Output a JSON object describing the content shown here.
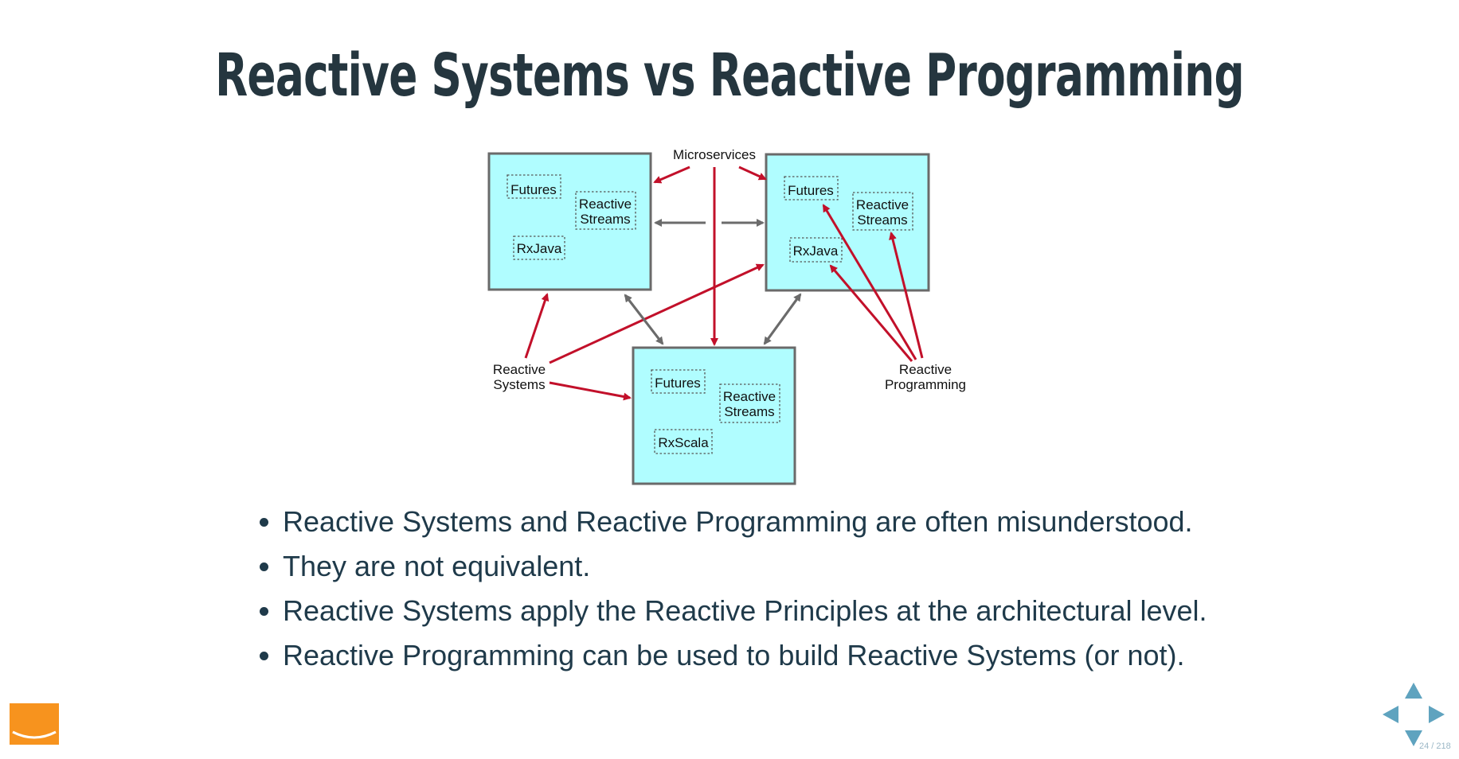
{
  "slide": {
    "title": "Reactive Systems vs Reactive Programming",
    "page_number": "24 / 218"
  },
  "diagram": {
    "microservices_label": "Microservices",
    "reactive_systems_line1": "Reactive",
    "reactive_systems_line2": "Systems",
    "reactive_programming_line1": "Reactive",
    "reactive_programming_line2": "Programming",
    "box_left": {
      "futures": "Futures",
      "rs_line1": "Reactive",
      "rs_line2": "Streams",
      "lib": "RxJava"
    },
    "box_right": {
      "futures": "Futures",
      "rs_line1": "Reactive",
      "rs_line2": "Streams",
      "lib": "RxJava"
    },
    "box_bottom": {
      "futures": "Futures",
      "rs_line1": "Reactive",
      "rs_line2": "Streams",
      "lib": "RxScala"
    },
    "colors": {
      "box_fill": "#b0fdff",
      "red_arrow": "#c2102a",
      "gray_arrow": "#6b6b6b"
    }
  },
  "bullets": [
    "Reactive Systems and Reactive Programming are often misunderstood.",
    "They are not equivalent.",
    "Reactive Systems apply the Reactive Principles at the architectural level.",
    "Reactive Programming can be used to build Reactive Systems (or not)."
  ],
  "icons": {
    "logo": "orange-logo-icon",
    "nav_up": "nav-up-icon",
    "nav_down": "nav-down-icon",
    "nav_left": "nav-left-icon",
    "nav_right": "nav-right-icon"
  },
  "colors": {
    "title": "#25363f",
    "text": "#1f3a4a",
    "accent": "#f7931e",
    "nav": "#5fa3bf"
  }
}
